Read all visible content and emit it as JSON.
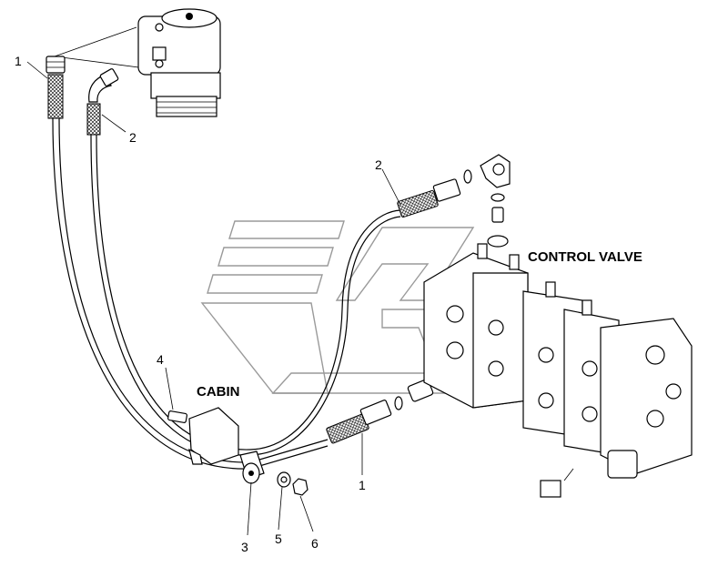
{
  "labels": {
    "control_valve": "CONTROL VALVE",
    "cabin": "CABIN"
  },
  "callouts": {
    "c1_top": "1",
    "c2_top": "2",
    "c2_mid": "2",
    "c4": "4",
    "c1_bottom": "1",
    "c3": "3",
    "c5": "5",
    "c6": "6"
  }
}
